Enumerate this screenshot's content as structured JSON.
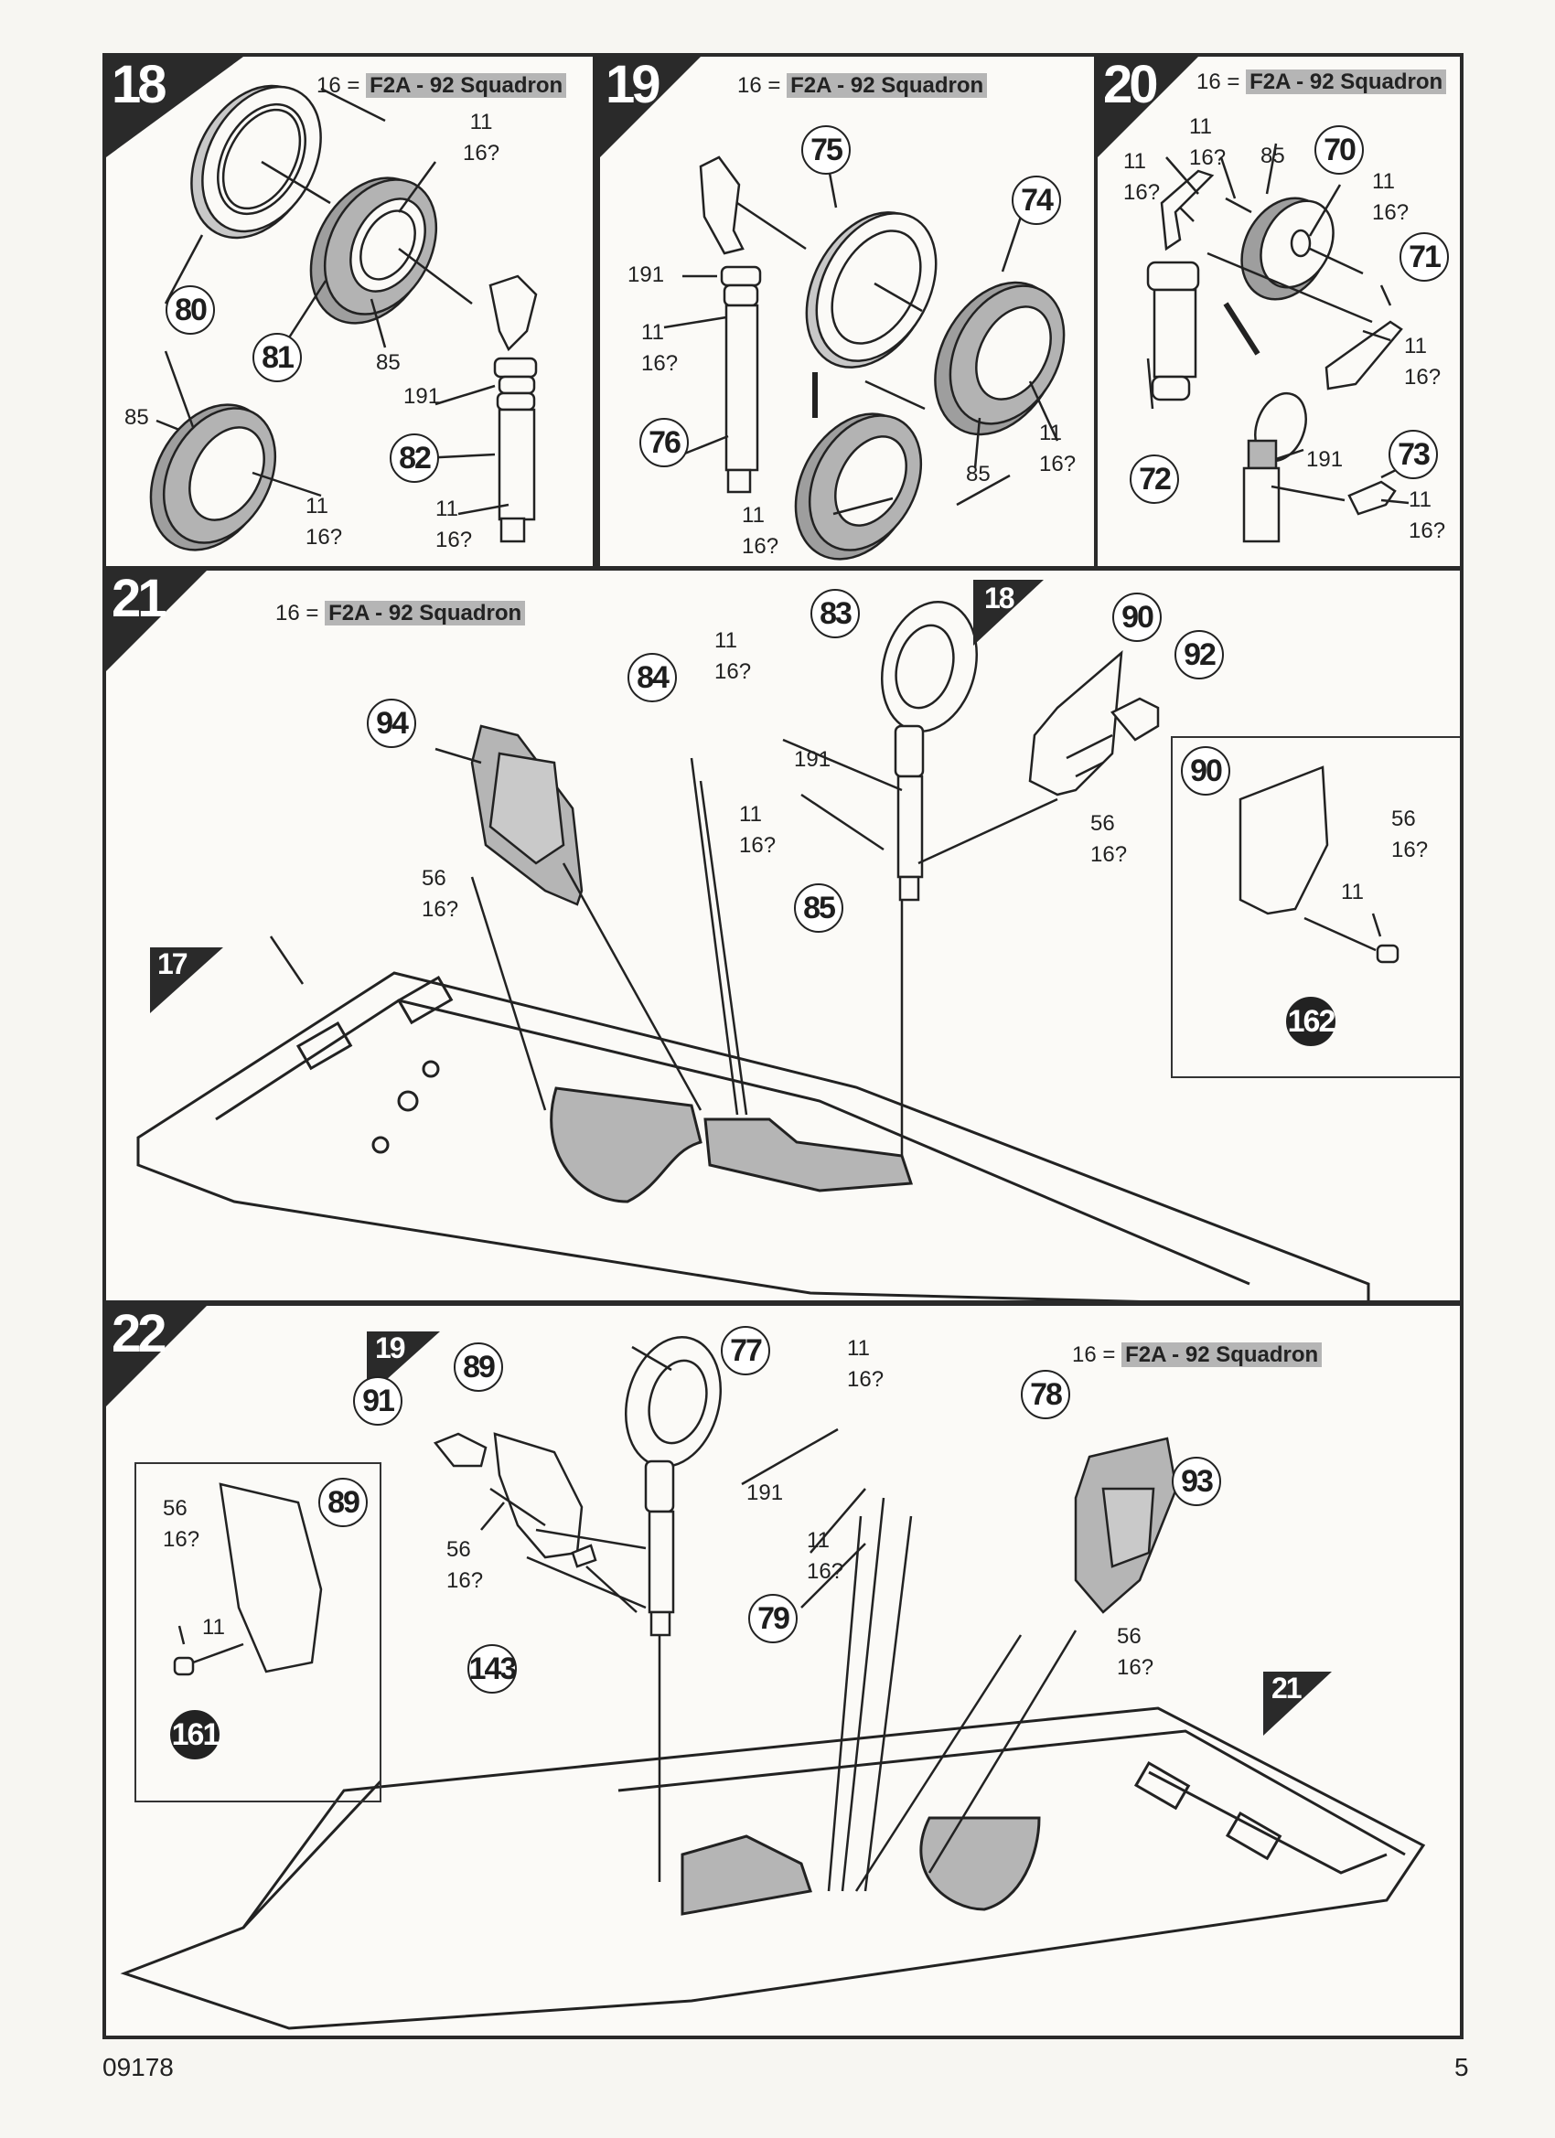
{
  "page": {
    "kit_number": "09178",
    "page_number": "5"
  },
  "legend": {
    "prefix": "16 =",
    "scheme": "F2A - 92 Squadron"
  },
  "steps": [
    {
      "number": "18",
      "parts": [
        "80",
        "81",
        "82"
      ],
      "labels": [
        "11\n16?",
        "85",
        "191",
        "85",
        "11\n16?",
        "11\n16?"
      ]
    },
    {
      "number": "19",
      "parts": [
        "75",
        "74",
        "76"
      ],
      "labels": [
        "191",
        "11\n16?",
        "85",
        "11\n16?",
        "11\n16?"
      ]
    },
    {
      "number": "20",
      "parts": [
        "70",
        "71",
        "72",
        "73"
      ],
      "labels": [
        "11\n16?",
        "11\n16?",
        "85",
        "11\n16?",
        "11\n16?",
        "191",
        "11\n16?"
      ]
    },
    {
      "number": "21",
      "parts": [
        "83",
        "84",
        "85",
        "90",
        "92",
        "94"
      ],
      "inset_parts": [
        "90",
        "162"
      ],
      "refs": [
        "18",
        "17"
      ],
      "labels": [
        "11\n16?",
        "191",
        "11\n16?",
        "56\n16?",
        "56\n16?"
      ],
      "inset_labels": [
        "56\n16?",
        "11"
      ]
    },
    {
      "number": "22",
      "parts": [
        "77",
        "78",
        "79",
        "89",
        "91",
        "93",
        "143"
      ],
      "inset_parts": [
        "89",
        "161"
      ],
      "refs": [
        "19",
        "21"
      ],
      "labels": [
        "11\n16?",
        "191",
        "11\n16?",
        "56\n16?",
        "56\n16?"
      ],
      "inset_labels": [
        "56\n16?",
        "11"
      ]
    }
  ],
  "colors": {
    "ink": "#222222",
    "tone": "#b5b5b5",
    "paper": "#fbfaf7"
  }
}
